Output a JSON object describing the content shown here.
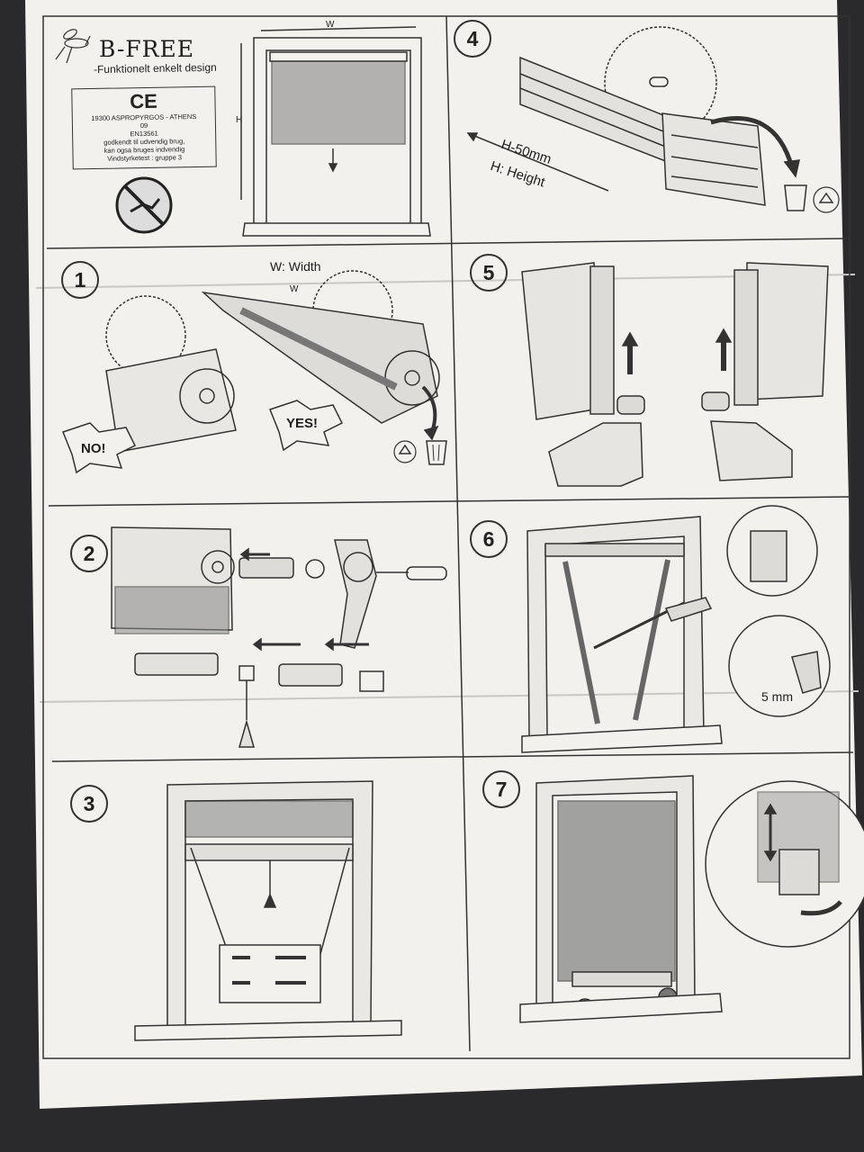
{
  "header": {
    "brand": "B-FREE",
    "tagline": "-Funktionelt enkelt design"
  },
  "ce_label": {
    "mark": "CE",
    "address": "19300 ASPROPYRGOS - ATHENS",
    "year": "09",
    "standard": "EN13561",
    "approval_line1": "godkendt til udvendig brug,",
    "approval_line2": "kan ogsa bruges indvendig",
    "wind_class": "Vindstyrketest : gruppe 3"
  },
  "overview": {
    "width_label": "W",
    "height_label": "H"
  },
  "steps": [
    "1",
    "2",
    "3",
    "4",
    "5",
    "6",
    "7"
  ],
  "step1": {
    "width_label": "W: Width",
    "w_label": "W",
    "no_label": "NO!",
    "yes_label": "YES!"
  },
  "step4": {
    "cut_label": "H-50mm",
    "height_label": "H: Height"
  },
  "step6": {
    "drill_label": "5 mm"
  },
  "colors": {
    "paper": "#f2f1ee",
    "ink": "#2a2a2a",
    "background": "#2a2a2c"
  },
  "icons": [
    "mosquito-icon",
    "no-insect-icon",
    "saw-blade-icon",
    "recycle-icon",
    "trash-bin-icon",
    "arrow-icon",
    "screwdriver-icon",
    "drill-icon"
  ]
}
